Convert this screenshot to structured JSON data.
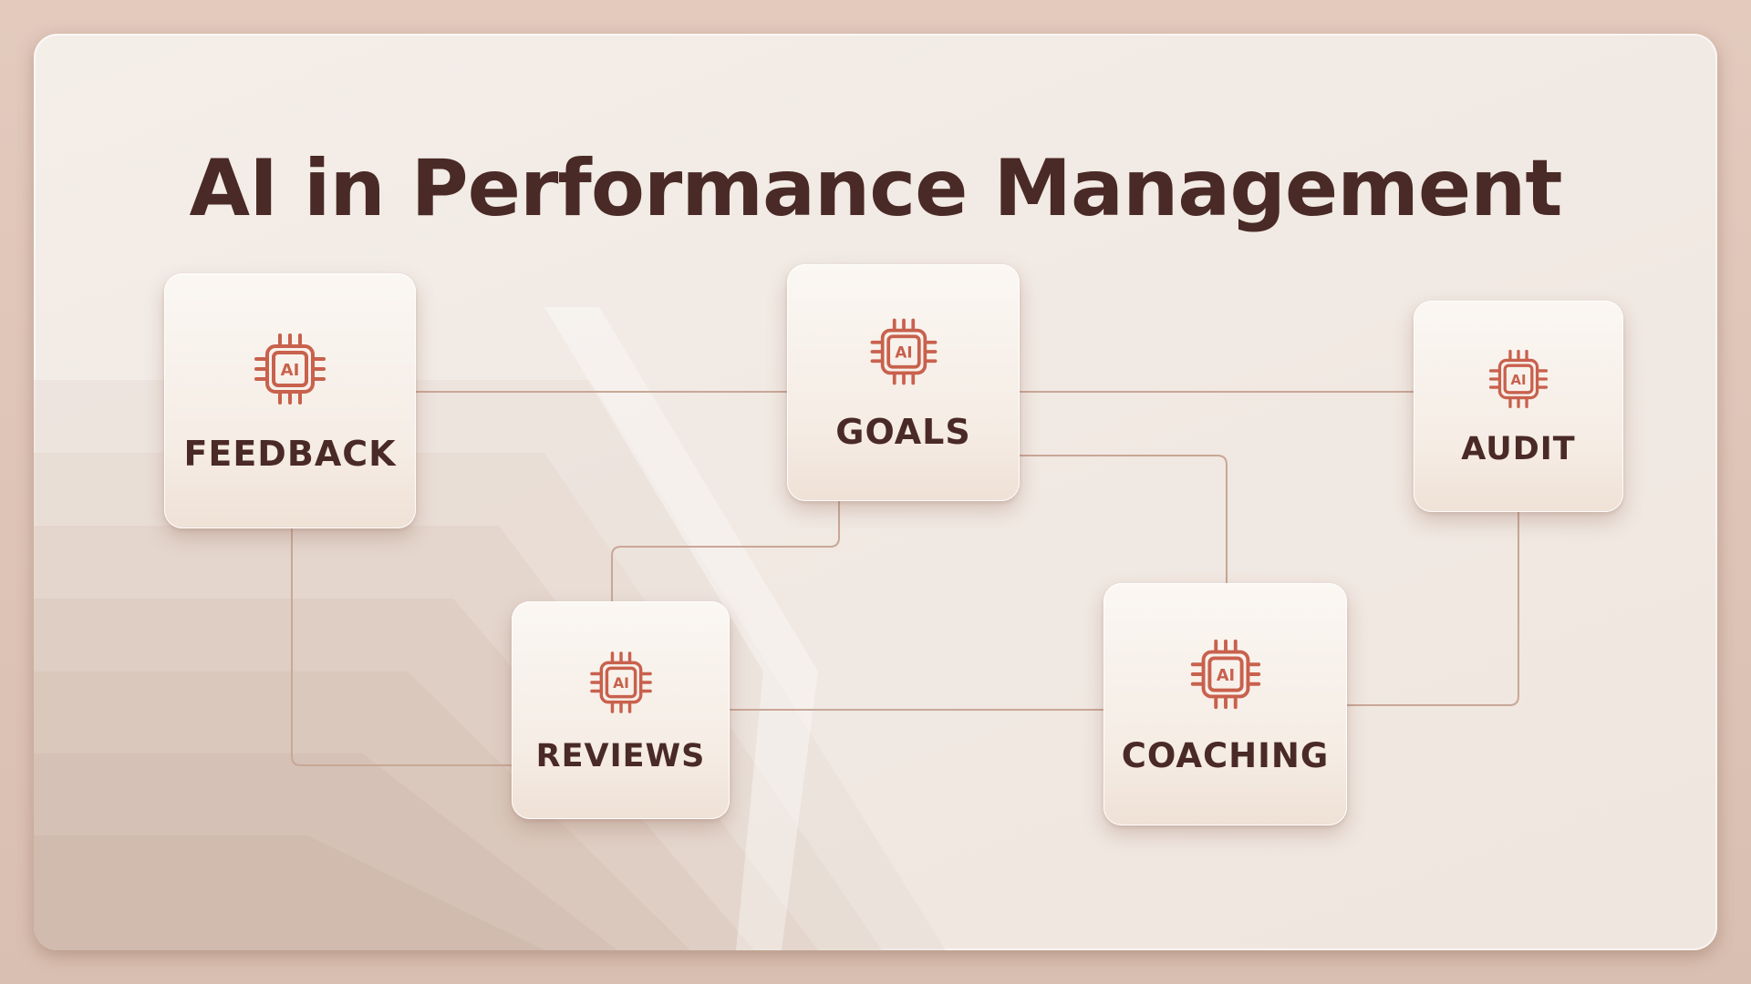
{
  "title": "AI in Performance Management",
  "colors": {
    "title": "#4a2a26",
    "icon": "#c8614d",
    "connector": "#c9a797",
    "node_bg": "#f7efe9"
  },
  "nodes": {
    "feedback": {
      "label": "FEEDBACK",
      "icon": "ai-chip-icon",
      "chip_text": "AI"
    },
    "goals": {
      "label": "GOALS",
      "icon": "ai-chip-icon",
      "chip_text": "AI"
    },
    "audit": {
      "label": "AUDIT",
      "icon": "ai-chip-icon",
      "chip_text": "AI"
    },
    "reviews": {
      "label": "REVIEWS",
      "icon": "ai-chip-icon",
      "chip_text": "AI"
    },
    "coaching": {
      "label": "COACHING",
      "icon": "ai-chip-icon",
      "chip_text": "AI"
    }
  }
}
